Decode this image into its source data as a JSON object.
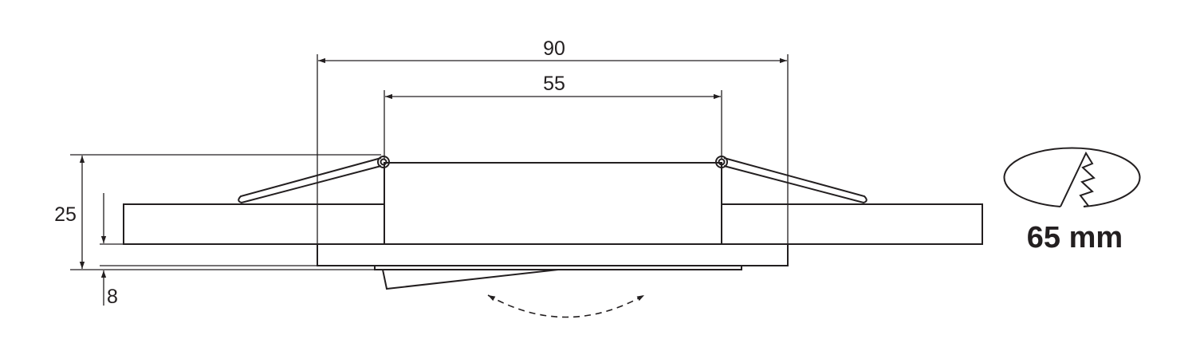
{
  "dimensions": {
    "outer_width": "90",
    "cutout_width": "55",
    "height": "25",
    "bezel_height": "8"
  },
  "cutout_icon": {
    "label": "65 mm",
    "icon": "saw-cut-hole-icon"
  },
  "colors": {
    "line": "#231f20",
    "background": "#ffffff"
  }
}
